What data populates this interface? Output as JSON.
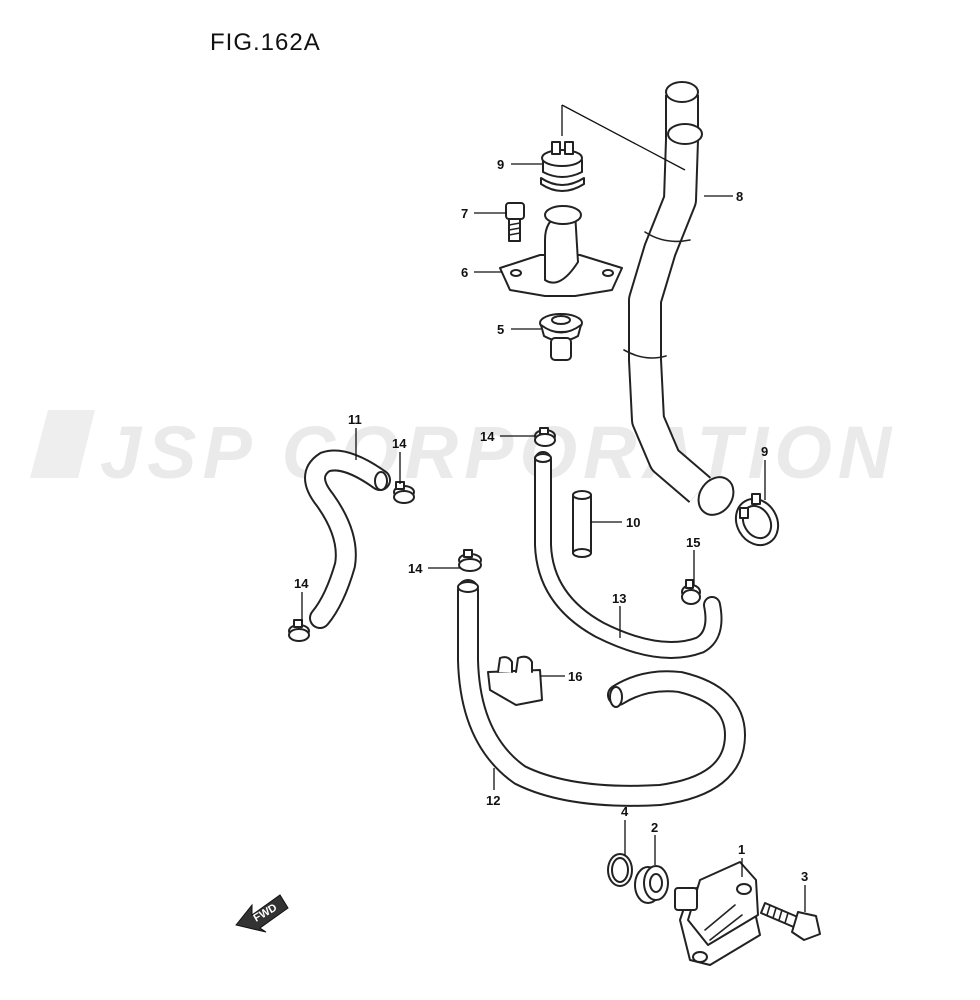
{
  "figure": {
    "title": "FIG.162A"
  },
  "watermark": {
    "text": "JSP CORPORATION"
  },
  "direction": {
    "label": "FWD"
  },
  "callouts": {
    "c1": "1",
    "c2": "2",
    "c3": "3",
    "c4": "4",
    "c5": "5",
    "c6": "6",
    "c7": "7",
    "c8": "8",
    "c9a": "9",
    "c9b": "9",
    "c10": "10",
    "c11": "11",
    "c12": "12",
    "c13": "13",
    "c14a": "14",
    "c14b": "14",
    "c14c": "14",
    "c14d": "14",
    "c15": "15",
    "c16": "16"
  }
}
